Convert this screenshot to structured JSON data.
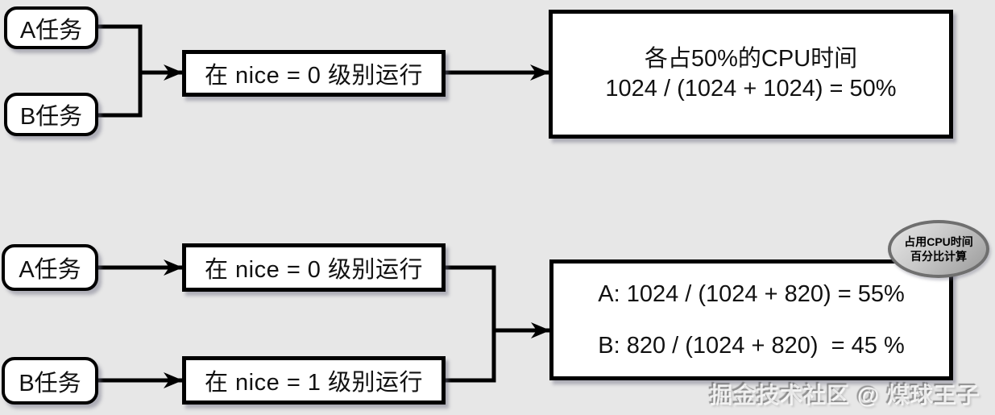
{
  "colors": {
    "background": "#e7e7e7",
    "stroke": "#000000",
    "box_fill": "#ffffff",
    "badge_border": "#6f6f6f",
    "badge_fill_light": "#e6e6e6",
    "badge_fill_dark": "#9a9a9a"
  },
  "flow_equal_nice": {
    "task_a": "A任务",
    "task_b": "B任务",
    "process": "在 nice = 0 级别运行",
    "result": {
      "line1": "各占50%的CPU时间",
      "line2": "1024 / (1024 + 1024) = 50%"
    }
  },
  "flow_diff_nice": {
    "task_a": "A任务",
    "task_b": "B任务",
    "process_a": "在 nice = 0 级别运行",
    "process_b": "在 nice = 1 级别运行",
    "result": {
      "line_a": "A: 1024 / (1024 + 820) = 55%",
      "line_b": "B: 820 / (1024 + 820)  = 45 %"
    }
  },
  "badge": {
    "line1": "占用CPU时间",
    "line2": "百分比计算"
  },
  "watermark": "掘金技术社区 @ 煤球王子"
}
